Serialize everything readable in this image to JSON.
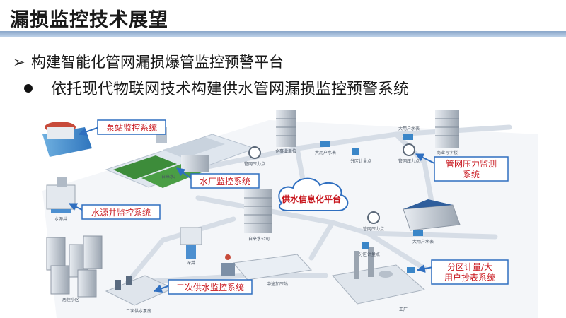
{
  "slide": {
    "title": "漏损监控技术展望",
    "bullet1_marker": "➢",
    "bullet1": "构建智能化管网漏损爆管监控预警平台",
    "bullet2": "依托现代物联网技术构建供水管网漏损监控预警系统"
  },
  "diagram": {
    "callouts": {
      "pump": "泵站监控系统",
      "plant": "水厂监控系统",
      "well": "水源井监控系统",
      "pressure_line1": "管网压力监测",
      "pressure_line2": "系统",
      "platform": "供水信息化平台",
      "secondary": "二次供水监控系统",
      "meter_line1": "分区计量/大",
      "meter_line2": "用户抄表系统"
    },
    "small_labels": {
      "enterprise": "企事业单位",
      "big_meter_1": "大用户水表",
      "big_meter_2": "大用户水表",
      "big_meter_3": "大用户水表",
      "commercial": "商业写字楼",
      "pipe_pressure_1": "管网压力点",
      "pipe_pressure_2": "管网压力点",
      "pipe_pressure_3": "管网压力点",
      "district_meter_1": "分区计量点",
      "district_meter_2": "分区计量点",
      "clear_water": "自来水厂",
      "water_well": "水源井",
      "water_company": "自来水公司",
      "deep_well": "深井",
      "residential": "居住小区",
      "secondary_pump": "二次供水泵房",
      "pump_station": "中途加压站",
      "factory": "工厂"
    },
    "colors": {
      "callout_border": "#2f6fc0",
      "callout_text": "#c8161d",
      "pipe": "#d6dde6",
      "arrow": "#2f6fc0"
    }
  }
}
